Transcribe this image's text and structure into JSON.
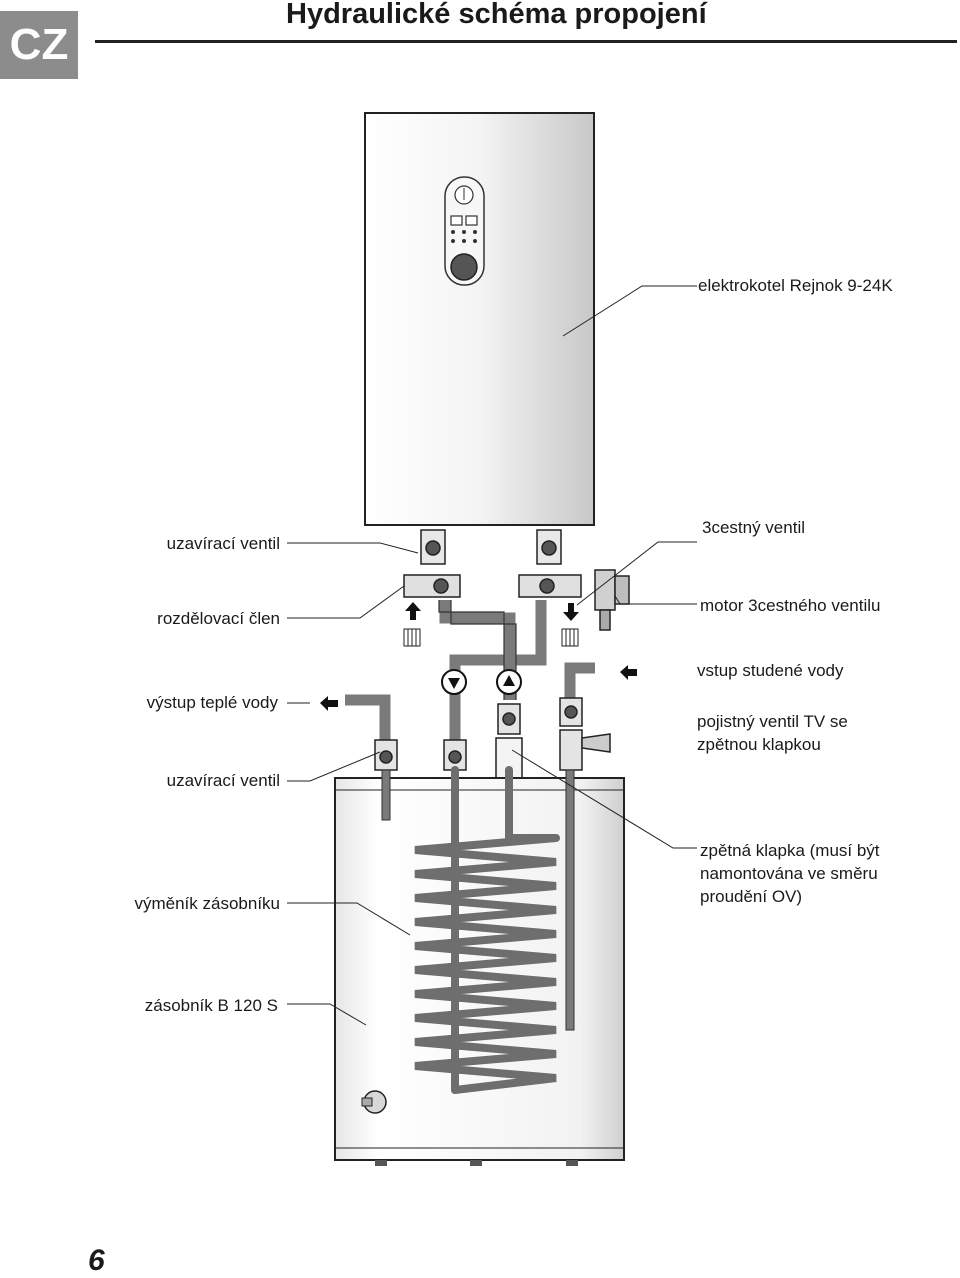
{
  "header": {
    "language_badge": "CZ",
    "title": "Hydraulické schéma propojení"
  },
  "labels": {
    "boiler": "elektrokotel Rejnok 9-24K",
    "shutoff_valve_top": "uzavírací ventil",
    "three_way_valve": "3cestný ventil",
    "distribution_member": "rozdělovací člen",
    "three_way_valve_motor": "motor 3cestného ventilu",
    "cold_water_inlet": "vstup studené vody",
    "hot_water_outlet": "výstup teplé vody",
    "safety_valve_line1": "pojistný ventil TV se",
    "safety_valve_line2": "zpětnou klapkou",
    "shutoff_valve_bottom": "uzavírací ventil",
    "check_valve_line1": "zpětná klapka (musí být",
    "check_valve_line2": "namontována ve směru",
    "check_valve_line3": "proudění OV)",
    "tank_exchanger": "výměník zásobníku",
    "tank": "zásobník B 120 S"
  },
  "footer": {
    "page_number": "6"
  },
  "colors": {
    "badge": "#8c8c8c",
    "pipe": "#7a7a7a",
    "coil": "#6e6e6e",
    "line": "#222222"
  }
}
